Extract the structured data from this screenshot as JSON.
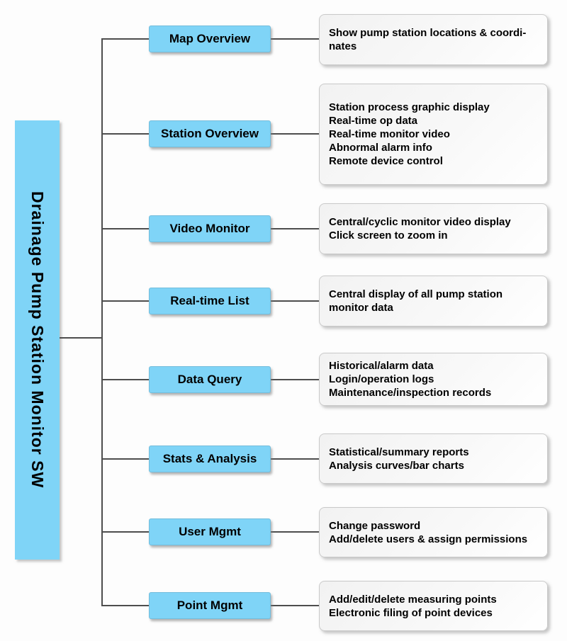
{
  "diagram": {
    "title": "Drainage pump station monitor software feature tree",
    "colors": {
      "node_fill": "#7fd4f7",
      "connector": "#4d4d4d",
      "detail_fill": "#f4f4f4",
      "text": "#000000"
    },
    "root": {
      "label": "Drainage Pump Station Monitor SW"
    },
    "branches": [
      {
        "label": "Map Overview",
        "details": [
          "Show pump station locations & coordi-",
          "nates"
        ]
      },
      {
        "label": "Station Overview",
        "details": [
          "Station process graphic display",
          "Real-time op data",
          "Real-time monitor video",
          "Abnormal alarm info",
          "Remote device control"
        ]
      },
      {
        "label": "Video Monitor",
        "details": [
          "Central/cyclic monitor video display",
          "Click screen to zoom in"
        ]
      },
      {
        "label": "Real-time List",
        "details": [
          "Central display of all pump station",
          "monitor data"
        ]
      },
      {
        "label": "Data Query",
        "details": [
          "Historical/alarm data",
          "Login/operation logs",
          "Maintenance/inspection records"
        ]
      },
      {
        "label": "Stats & Analysis",
        "details": [
          "Statistical/summary reports",
          "Analysis curves/bar charts"
        ]
      },
      {
        "label": "User Mgmt",
        "details": [
          "Change password",
          "Add/delete users & assign permissions"
        ]
      },
      {
        "label": "Point Mgmt",
        "details": [
          "Add/edit/delete measuring points",
          "Electronic filing of point devices"
        ]
      }
    ]
  }
}
